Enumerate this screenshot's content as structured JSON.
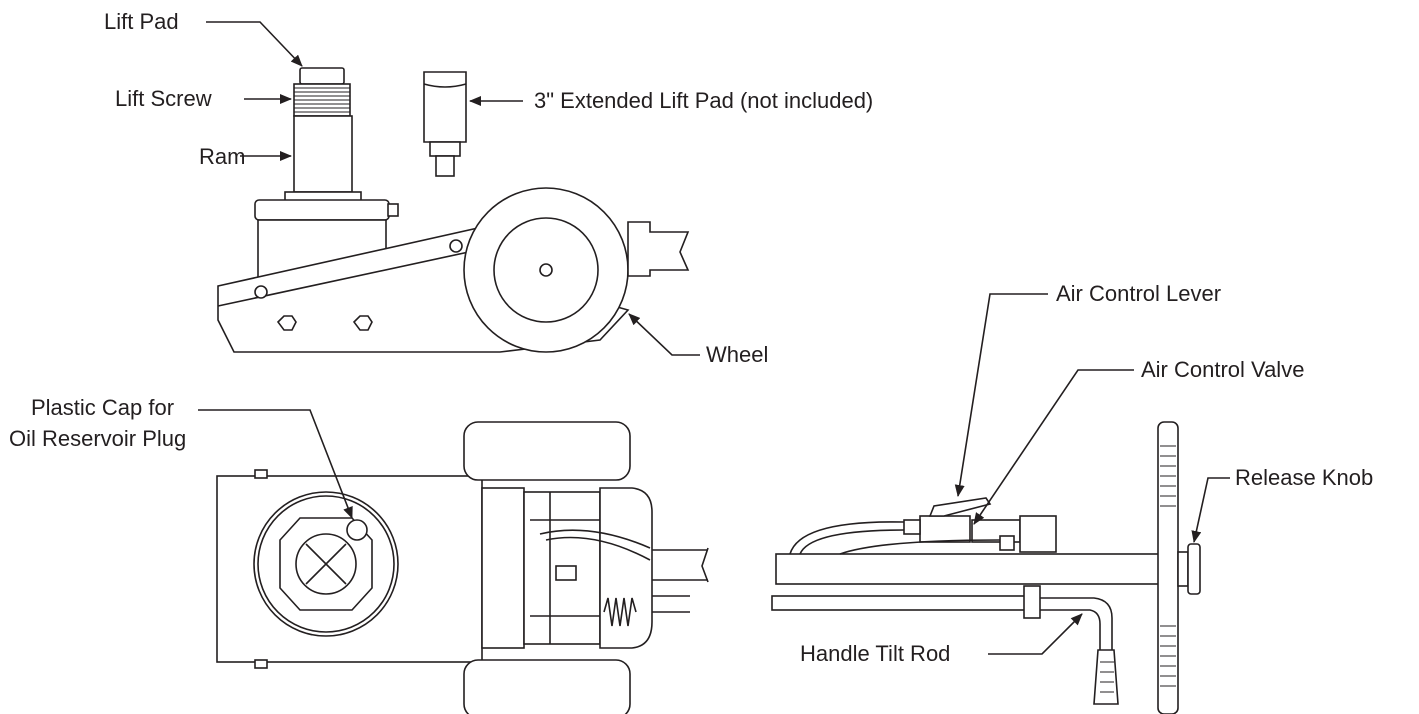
{
  "labels": {
    "lift_pad": "Lift Pad",
    "lift_screw": "Lift Screw",
    "ram": "Ram",
    "extended_lift_pad": "3\" Extended Lift Pad (not included)",
    "wheel": "Wheel",
    "plastic_cap_line1": "Plastic Cap for",
    "plastic_cap_line2": "Oil Reservoir Plug",
    "air_control_lever": "Air Control Lever",
    "air_control_valve": "Air Control Valve",
    "release_knob": "Release Knob",
    "handle_tilt_rod": "Handle Tilt Rod"
  },
  "colors": {
    "ink": "#231f20",
    "background": "#ffffff"
  }
}
